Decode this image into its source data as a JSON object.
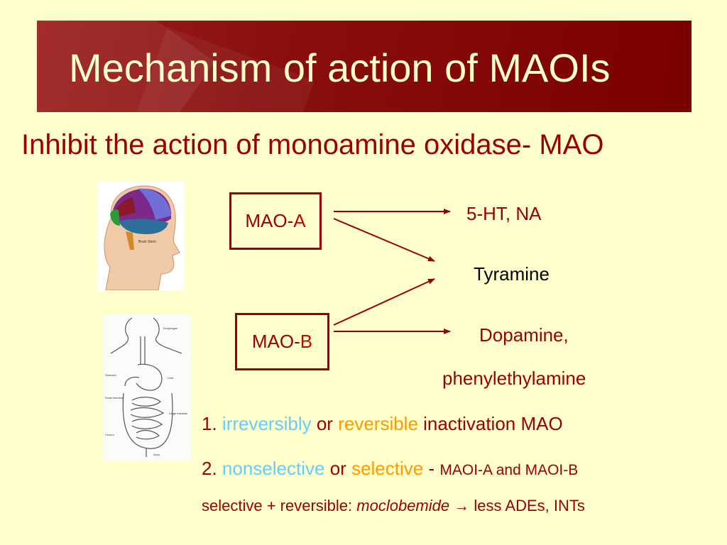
{
  "slide": {
    "title": "Mechanism of action of MAOIs",
    "subtitle": "Inhibit the action of monoamine oxidase- MAO"
  },
  "enzymes": {
    "mao_a": {
      "prefix": "MAO-",
      "letter": "A"
    },
    "mao_b": {
      "prefix": "MAO-",
      "letter": "B"
    }
  },
  "targets": {
    "a_only": "5-HT, NA",
    "shared": "Tyramine",
    "b_only_line1": "Dopamine,",
    "b_only_line2": "phenylethylamine"
  },
  "points": {
    "p1": {
      "num": "1.",
      "term1": "irreversibly",
      "or": "or",
      "term2": "reversible",
      "rest": "inactivation MAO"
    },
    "p2": {
      "num": "2.",
      "term1": "nonselective",
      "or": "or",
      "term2": "selective",
      "dash": "-",
      "rest": "MAOI-A and MAOI-B"
    },
    "p3": {
      "lead": "selective + reversible:",
      "drug": "moclobemide",
      "arrow": "→",
      "rest": "less ADEs, INTs"
    }
  },
  "images": {
    "head": "brain-head-illustration",
    "gut": "digestive-system-illustration"
  },
  "colors": {
    "banner": "#8a1010",
    "text_red": "#990000",
    "accent_blue": "#66CCFF",
    "accent_orange": "#FF9900",
    "background": "#FFFFCC"
  }
}
